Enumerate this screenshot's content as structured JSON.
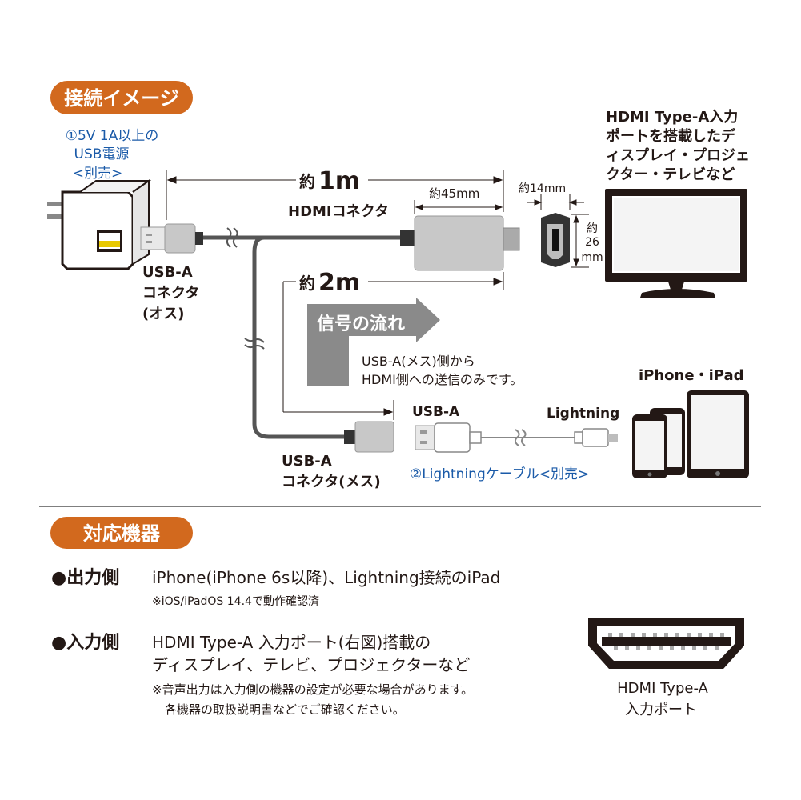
{
  "connection": {
    "badge": "接続イメージ",
    "power_note": [
      "①5V 1A以上の",
      "USB電源",
      "<別売>"
    ],
    "length_1m": {
      "prefix": "約",
      "value": "1m"
    },
    "length_2m": {
      "prefix": "約",
      "value": "2m"
    },
    "hdmi_connector_label": "HDMIコネクタ",
    "dim_45": "約45mm",
    "dim_14": "約14mm",
    "dim_26": [
      "約",
      "26",
      "mm"
    ],
    "display_note": [
      "HDMI Type-A入力",
      "ポートを搭載したデ",
      "ィスプレイ・プロジェ",
      "クター・テレビなど"
    ],
    "usba_male": [
      "USB-A",
      "コネクタ",
      "(オス)"
    ],
    "signal_flow": "信号の流れ",
    "signal_note": [
      "USB-A(メス)側から",
      "HDMI側への送信のみです。"
    ],
    "devices_label": "iPhone・iPad",
    "usba_label": "USB-A",
    "lightning_label": "Lightning",
    "usba_female": [
      "USB-A",
      "コネクタ(メス)"
    ],
    "lightning_cable_note": "②Lightningケーブル<別売>"
  },
  "compat": {
    "badge": "対応機器",
    "output_heading": "●出力側",
    "output_text": "iPhone(iPhone 6s以降)、Lightning接続のiPad",
    "output_note": "※iOS/iPadOS 14.4で動作確認済",
    "input_heading": "●入力側",
    "input_text": [
      "HDMI Type-A 入力ポート(右図)搭載の",
      "ディスプレイ、テレビ、プロジェクターなど"
    ],
    "input_note": [
      "※音声出力は入力側の機器の設定が必要な場合があります。",
      "各機器の取扱説明書などでご確認ください。"
    ],
    "port_caption": [
      "HDMI Type-A",
      "入力ポート"
    ]
  },
  "colors": {
    "badge": "#d2691e",
    "blue_text": "#1a5aa8",
    "cable": "#555555",
    "dark": "#231815"
  },
  "icons": [
    "usb-power-adapter-icon",
    "display-monitor-icon",
    "hdmi-port-icon",
    "iphone-icon",
    "ipad-icon",
    "signal-arrow-icon"
  ]
}
